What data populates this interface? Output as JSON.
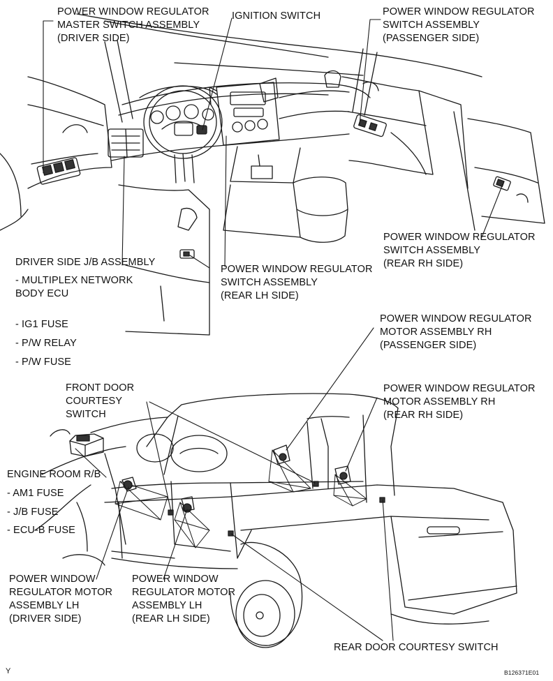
{
  "labels": {
    "pw_master": [
      "POWER WINDOW REGULATOR",
      "MASTER SWITCH ASSEMBLY",
      "(DRIVER SIDE)"
    ],
    "ignition": [
      "IGNITION SWITCH"
    ],
    "pw_passenger_switch": [
      "POWER WINDOW REGULATOR",
      "SWITCH ASSEMBLY",
      "(PASSENGER SIDE)"
    ],
    "pw_rear_rh_switch": [
      "POWER WINDOW REGULATOR",
      "SWITCH ASSEMBLY",
      "(REAR RH SIDE)"
    ],
    "driver_jb": [
      "DRIVER SIDE J/B ASSEMBLY"
    ],
    "multiplex": [
      "- MULTIPLEX NETWORK",
      "BODY ECU"
    ],
    "ig1_fuse": [
      "- IG1 FUSE"
    ],
    "pw_relay": [
      "- P/W RELAY"
    ],
    "pw_fuse": [
      "- P/W FUSE"
    ],
    "pw_rear_lh_switch": [
      "POWER WINDOW REGULATOR",
      "SWITCH ASSEMBLY",
      "(REAR LH SIDE)"
    ],
    "motor_rh_passenger": [
      "POWER WINDOW REGULATOR",
      "MOTOR ASSEMBLY RH",
      "(PASSENGER SIDE)"
    ],
    "front_courtesy": [
      "FRONT DOOR",
      "COURTESY",
      "SWITCH"
    ],
    "motor_rh_rear": [
      "POWER WINDOW REGULATOR",
      "MOTOR ASSEMBLY RH",
      "(REAR RH SIDE)"
    ],
    "engine_rb": [
      "ENGINE ROOM R/B"
    ],
    "am1_fuse": [
      "- AM1 FUSE"
    ],
    "jb_fuse": [
      "- J/B FUSE"
    ],
    "ecub_fuse": [
      "- ECU-B FUSE"
    ],
    "motor_lh_driver": [
      "POWER WINDOW",
      "REGULATOR MOTOR",
      "ASSEMBLY LH",
      "(DRIVER SIDE)"
    ],
    "motor_lh_rear": [
      "POWER WINDOW",
      "REGULATOR MOTOR",
      "ASSEMBLY LH",
      "(REAR LH SIDE)"
    ],
    "rear_courtesy": [
      "REAR DOOR COURTESY SWITCH"
    ],
    "corner_mark": [
      "Y"
    ],
    "figure_code": [
      "B126371E01"
    ]
  }
}
